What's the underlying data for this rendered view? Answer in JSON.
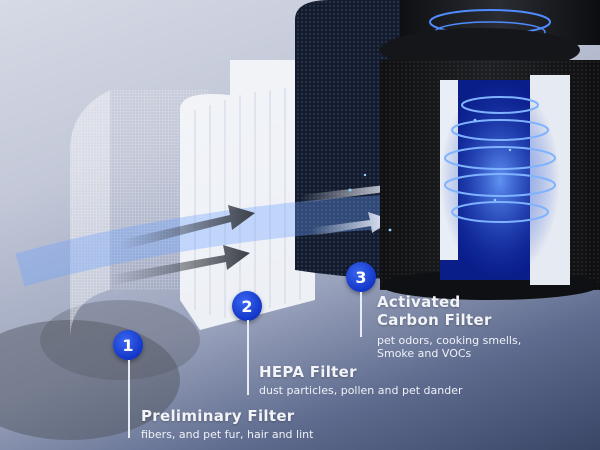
{
  "image": {
    "subject": "air-purifier-3-stage-filtration",
    "colors": {
      "background_light": "#d6dae6",
      "background_dark": "#3a4666",
      "badge_blue": "#1236c8",
      "glow_blue": "#3b7bff",
      "text": "#f2f4f8"
    }
  },
  "stages": [
    {
      "number": "1",
      "title": "Preliminary Filter",
      "description": "fibers, and pet fur, hair and lint"
    },
    {
      "number": "2",
      "title": "HEPA Filter",
      "description": "dust particles, pollen and pet dander"
    },
    {
      "number": "3",
      "title_line1": "Activated",
      "title_line2": "Carbon Filter",
      "description_line1": "pet odors, cooking smells,",
      "description_line2": "Smoke and VOCs"
    }
  ]
}
